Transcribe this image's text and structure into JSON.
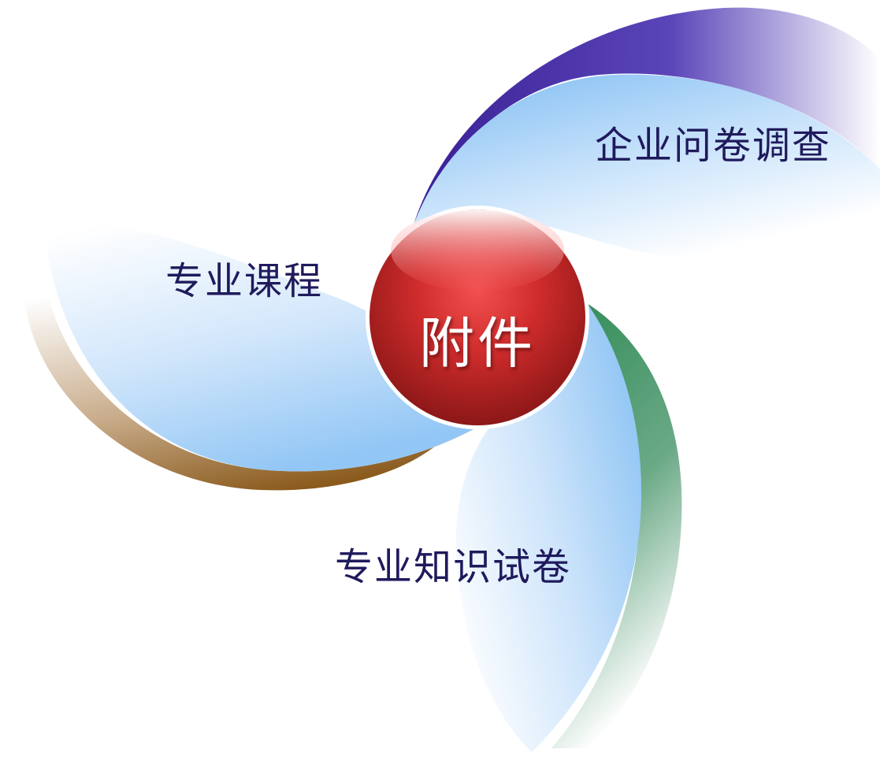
{
  "hub": {
    "label": "附件",
    "color": "#c8282b"
  },
  "petals": [
    {
      "label": "企业问卷调查",
      "accent_color": "#4a2ea3"
    },
    {
      "label": "专业课程",
      "accent_color": "#8a5a1c"
    },
    {
      "label": "专业知识试卷",
      "accent_color": "#3e9660"
    }
  ]
}
